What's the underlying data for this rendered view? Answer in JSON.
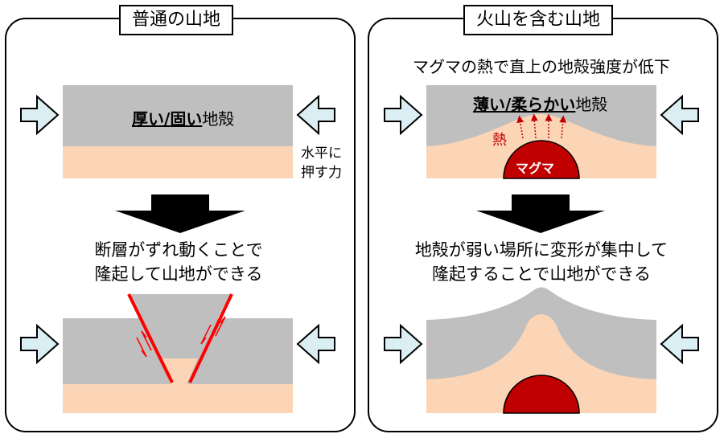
{
  "left_panel": {
    "title": "普通の山地",
    "crust_strong_1": "厚い",
    "crust_sep": "/",
    "crust_strong_2": "固い",
    "crust_suffix": "地殻",
    "push_label_line1": "水平に",
    "push_label_line2": "押す力",
    "caption_line1": "断層がずれ動くことで",
    "caption_line2": "隆起して山地ができる"
  },
  "right_panel": {
    "title": "火山を含む山地",
    "heat_note": "マグマの熱で直上の地殻強度が低下",
    "crust_strong_1": "薄い",
    "crust_sep": "/",
    "crust_strong_2": "柔らかい",
    "crust_suffix": "地殻",
    "heat_label": "熱",
    "magma_label": "マグマ",
    "caption_line1": "地殻が弱い場所に変形が集中して",
    "caption_line2": "隆起することで山地ができる"
  },
  "colors": {
    "crust_gray": "#bfbfbf",
    "mantle_peach": "#fbd5b5",
    "arrow_fill": "#dbeef4",
    "magma_red": "#c00000",
    "fault_red": "#ff0000",
    "heat_red": "#c00000"
  }
}
